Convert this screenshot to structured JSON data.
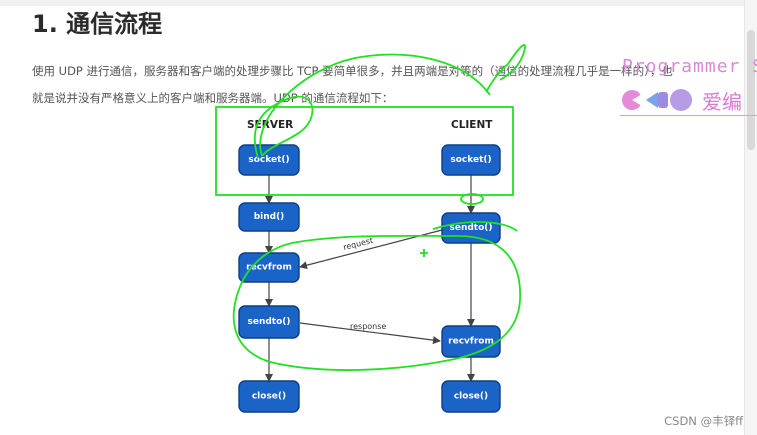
{
  "article": {
    "title": "1. 通信流程",
    "paragraph_line1": "使用 UDP 进行通信，服务器和客户端的处理步骤比 TCP 要简单很多，并且两端是对等的（通信的处理流程几乎是一样的），也",
    "paragraph_line2": "就是说并没有严格意义上的客户端和服务器端。UDP 的通信流程如下："
  },
  "watermark": {
    "text": "Programmer S",
    "brand": "爱编"
  },
  "diagram": {
    "server_label": "SERVER",
    "client_label": "CLIENT",
    "server_nodes": [
      "socket()",
      "bind()",
      "recvfrom",
      "sendto()",
      "close()"
    ],
    "client_nodes": [
      "socket()",
      "sendto()",
      "recvfrom",
      "close()"
    ],
    "edge_labels": {
      "request": "request",
      "response": "response"
    },
    "annotation_color": "#22e022",
    "node_color": "#1a63c7"
  },
  "footer": {
    "credit": "CSDN @丰铎ff"
  }
}
